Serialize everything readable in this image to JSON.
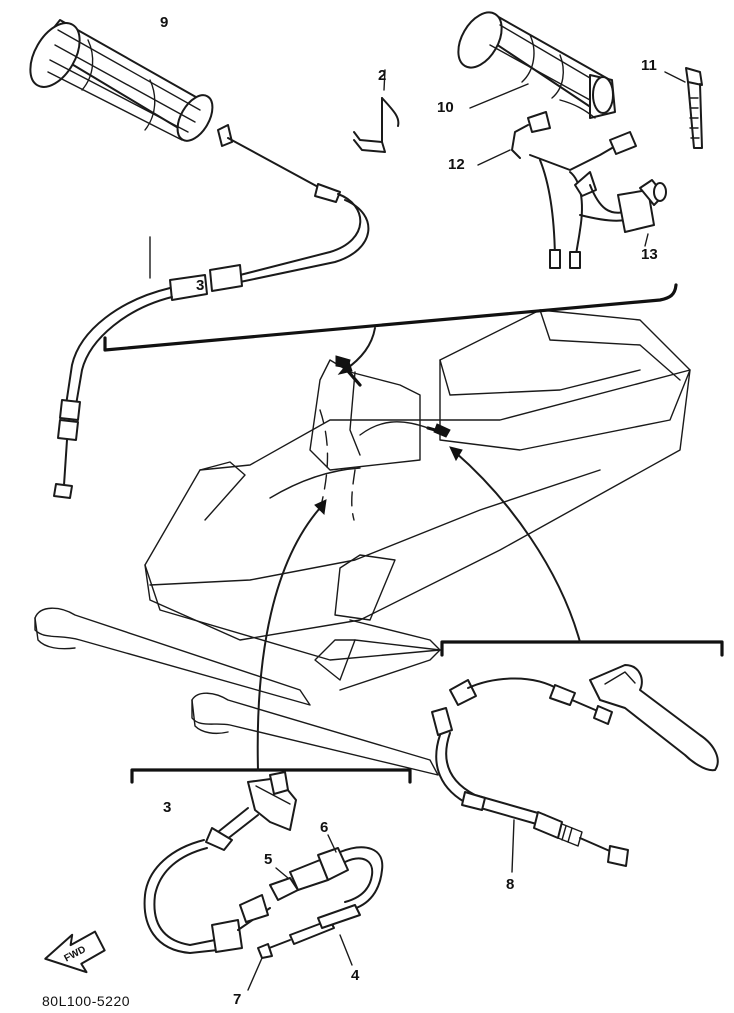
{
  "callouts": {
    "p2": "2",
    "p3_upper": "3",
    "p3_lower": "3",
    "p4": "4",
    "p5": "5",
    "p6": "6",
    "p7": "7",
    "p8": "8",
    "p9": "9",
    "p10": "10",
    "p11": "11",
    "p12": "12",
    "p13": "13"
  },
  "fwd_label": "FWD",
  "diagram_code": "80L100-5220"
}
